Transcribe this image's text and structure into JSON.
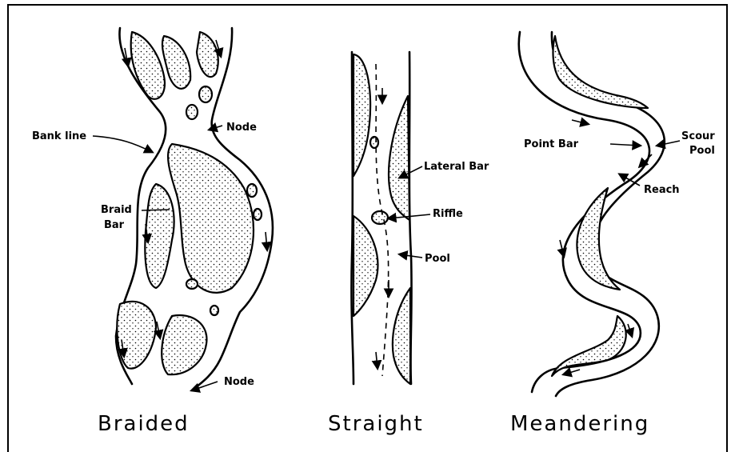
{
  "panels": {
    "braided": {
      "title": "Braided",
      "labels": {
        "bank_line": "Bank line",
        "node_top": "Node",
        "braid_bar_1": "Braid",
        "braid_bar_2": "Bar",
        "node_bottom": "Node"
      }
    },
    "straight": {
      "title": "Straight",
      "labels": {
        "lateral_bar": "Lateral Bar",
        "riffle": "Riffle",
        "pool": "Pool"
      }
    },
    "meandering": {
      "title": "Meandering",
      "labels": {
        "point_bar": "Point Bar",
        "scour_1": "Scour",
        "scour_2": "Pool",
        "reach": "Reach"
      }
    }
  }
}
